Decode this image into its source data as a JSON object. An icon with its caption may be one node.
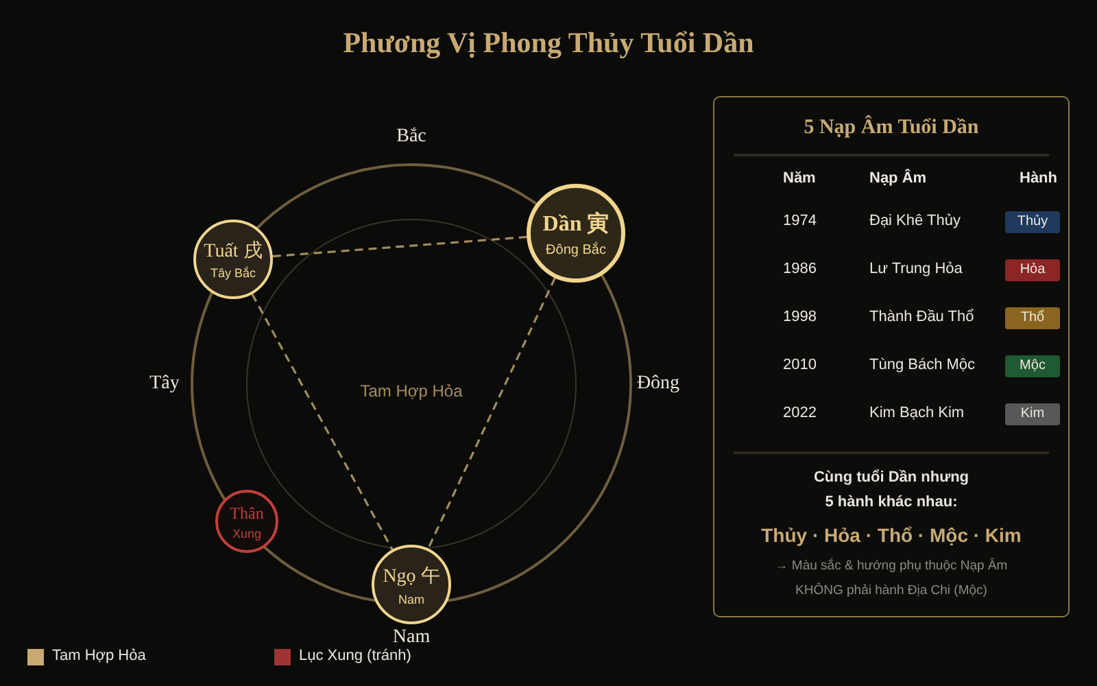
{
  "diagram": {
    "title": "Phương Vị Phong Thủy Tuổi Dần",
    "nodes": [
      {
        "text": [
          "Dần 寅",
          "Đông Bắc"
        ]
      },
      {
        "text": [
          "Tuất 戌",
          "Tây Bắc"
        ]
      },
      {
        "text": [
          "Thân",
          "Xung"
        ]
      },
      {
        "text": [
          "Ngọ 午",
          "Nam"
        ]
      },
      {
        "text": [
          "5 Nạp Âm Tuổi Dần",
          "Cùng tuổi Dần nhưng 5 hành khác nhau:",
          "Thủy · Hỏa · Thổ · Mộc · Kim",
          "→ Màu sắc & hướng phụ thuộc Nạp Âm KHÔNG phải hành Địa Chi (Mộc)"
        ]
      },
      {
        "text": [
          "Thủy"
        ],
        "in": 4
      },
      {
        "text": [
          "Hỏa"
        ],
        "in": 4
      },
      {
        "text": [
          "Thổ"
        ],
        "in": 4
      },
      {
        "text": [
          "Mộc"
        ],
        "in": 4
      },
      {
        "text": [
          "Kim"
        ],
        "in": 4
      }
    ],
    "edges": [
      {
        "from": 1,
        "to": 0,
        "arrow": "none",
        "style": "dashed"
      },
      {
        "from": 1,
        "to": 3,
        "arrow": "none",
        "style": "dashed"
      },
      {
        "from": 0,
        "to": 3,
        "arrow": "none",
        "style": "dashed"
      }
    ],
    "labels": [
      "Bắc",
      "Tây",
      "Tam Hợp Hỏa",
      "Đông",
      "Nam",
      "Năm",
      "Nạp Âm",
      "Hành",
      "1974",
      "Đại Khê Thủy",
      "1986",
      "Lư Trung Hỏa",
      "1998",
      "Thành Đầu Thổ",
      "2010",
      "Tùng Bách Mộc",
      "2022",
      "Kim Bạch Kim"
    ],
    "legend": [
      {
        "text": "Tam Hợp Hỏa",
        "color": "#c8aa72"
      },
      {
        "text": "Lục Xung (tránh)",
        "color": "#9e3433"
      }
    ]
  }
}
